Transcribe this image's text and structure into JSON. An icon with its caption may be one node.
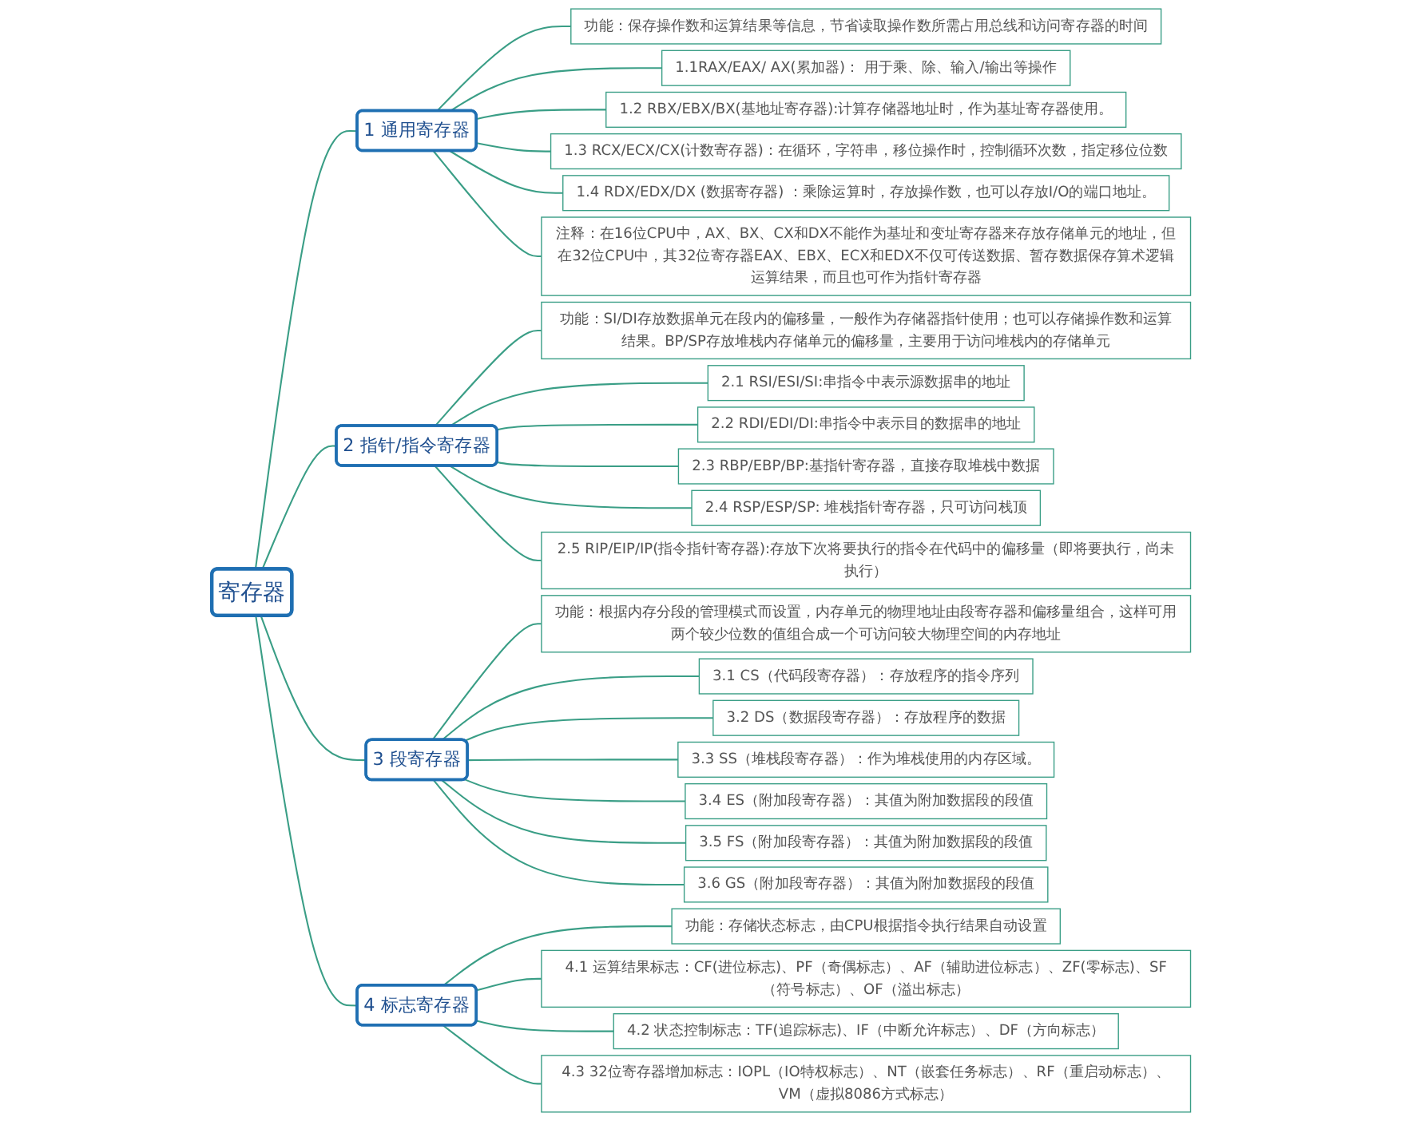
{
  "diagram": {
    "nodes": [
      {
        "text": [
          "寄存器"
        ]
      },
      {
        "text": [
          "1 通用寄存器"
        ]
      },
      {
        "text": [
          "功能：保存操作数和运算结果等信息，节省读取操作数所需占用总线和访问寄存器的时间"
        ]
      },
      {
        "text": [
          "1.1RAX/EAX/ AX(累加器)： 用于乘、除、输入/输出等操作"
        ]
      },
      {
        "text": [
          "1.2 RBX/EBX/BX(基地址寄存器):计算存储器地址时，作为基址寄存器使用。"
        ]
      },
      {
        "text": [
          "1.3 RCX/ECX/CX(计数寄存器)：在循环，字符串，移位操作时，控制循环次数，指定移位位数"
        ]
      },
      {
        "text": [
          "1.4 RDX/EDX/DX (数据寄存器) ：乘除运算时，存放操作数，也可以存放I/O的端口地址。"
        ]
      },
      {
        "text": [
          "注释：在16位CPU中，AX、BX、CX和DX不能作为基址和变址寄存器来存放存储单元的地址，但在32位CPU中，其32位寄存器EAX、EBX、ECX和EDX不仅可传送数据、暂存数据保存算术逻辑运算结果，而且也可作为指针寄存器"
        ]
      },
      {
        "text": [
          "2 指针/指令寄存器"
        ]
      },
      {
        "text": [
          "功能：SI/DI存放数据单元在段内的偏移量，一般作为存储器指针使用；也可以存储操作数和运算结果。BP/SP存放堆栈内存储单元的偏移量，主要用于访问堆栈内的存储单元"
        ]
      },
      {
        "text": [
          "2.1 RSI/ESI/SI:串指令中表示源数据串的地址"
        ]
      },
      {
        "text": [
          "2.2 RDI/EDI/DI:串指令中表示目的数据串的地址"
        ]
      },
      {
        "text": [
          "2.3 RBP/EBP/BP:基指针寄存器，直接存取堆栈中数据"
        ]
      },
      {
        "text": [
          "2.4 RSP/ESP/SP: 堆栈指针寄存器，只可访问栈顶"
        ]
      },
      {
        "text": [
          "2.5 RIP/EIP/IP(指令指针寄存器):存放下次将要执行的指令在代码中的偏移量（即将要执行，尚未执行）"
        ]
      },
      {
        "text": [
          "3 段寄存器"
        ]
      },
      {
        "text": [
          "功能：根据内存分段的管理模式而设置，内存单元的物理地址由段寄存器和偏移量组合，这样可用两个较少位数的值组合成一个可访问较大物理空间的内存地址"
        ]
      },
      {
        "text": [
          "3.1 CS（代码段寄存器）：存放程序的指令序列"
        ]
      },
      {
        "text": [
          "3.2 DS（数据段寄存器）：存放程序的数据"
        ]
      },
      {
        "text": [
          "3.3 SS（堆栈段寄存器）：作为堆栈使用的内存区域。"
        ]
      },
      {
        "text": [
          "3.4 ES（附加段寄存器）：其值为附加数据段的段值"
        ]
      },
      {
        "text": [
          "3.5 FS（附加段寄存器）：其值为附加数据段的段值"
        ]
      },
      {
        "text": [
          "3.6 GS（附加段寄存器）：其值为附加数据段的段值"
        ]
      },
      {
        "text": [
          "4 标志寄存器"
        ]
      },
      {
        "text": [
          "功能：存储状态标志，由CPU根据指令执行结果自动设置"
        ]
      },
      {
        "text": [
          "4.1 运算结果标志：CF(进位标志)、PF（奇偶标志）、AF（辅助进位标志）、ZF(零标志)、SF（符号标志）、OF（溢出标志）"
        ]
      },
      {
        "text": [
          "4.2 状态控制标志：TF(追踪标志)、IF（中断允许标志）、DF（方向标志）"
        ]
      },
      {
        "text": [
          "4.3 32位寄存器增加标志：IOPL（IO特权标志）、NT（嵌套任务标志）、RF（重启动标志）、VM（虚拟8086方式标志）"
        ]
      }
    ],
    "edges": [
      {
        "from": 0,
        "to": 1,
        "arrow": "none"
      },
      {
        "from": 1,
        "to": 2,
        "arrow": "none"
      },
      {
        "from": 1,
        "to": 3,
        "arrow": "none"
      },
      {
        "from": 1,
        "to": 4,
        "arrow": "none"
      },
      {
        "from": 1,
        "to": 5,
        "arrow": "none"
      },
      {
        "from": 1,
        "to": 6,
        "arrow": "none"
      },
      {
        "from": 1,
        "to": 7,
        "arrow": "none"
      },
      {
        "from": 0,
        "to": 8,
        "arrow": "none"
      },
      {
        "from": 8,
        "to": 9,
        "arrow": "none"
      },
      {
        "from": 8,
        "to": 10,
        "arrow": "none"
      },
      {
        "from": 8,
        "to": 11,
        "arrow": "none"
      },
      {
        "from": 8,
        "to": 12,
        "arrow": "none"
      },
      {
        "from": 8,
        "to": 13,
        "arrow": "none"
      },
      {
        "from": 8,
        "to": 14,
        "arrow": "none"
      },
      {
        "from": 0,
        "to": 15,
        "arrow": "none"
      },
      {
        "from": 15,
        "to": 16,
        "arrow": "none"
      },
      {
        "from": 15,
        "to": 17,
        "arrow": "none"
      },
      {
        "from": 15,
        "to": 18,
        "arrow": "none"
      },
      {
        "from": 15,
        "to": 19,
        "arrow": "none"
      },
      {
        "from": 15,
        "to": 20,
        "arrow": "none"
      },
      {
        "from": 15,
        "to": 21,
        "arrow": "none"
      },
      {
        "from": 15,
        "to": 22,
        "arrow": "none"
      },
      {
        "from": 0,
        "to": 23,
        "arrow": "none"
      },
      {
        "from": 23,
        "to": 24,
        "arrow": "none"
      },
      {
        "from": 23,
        "to": 25,
        "arrow": "none"
      },
      {
        "from": 23,
        "to": 26,
        "arrow": "none"
      },
      {
        "from": 23,
        "to": 27,
        "arrow": "none"
      }
    ]
  }
}
